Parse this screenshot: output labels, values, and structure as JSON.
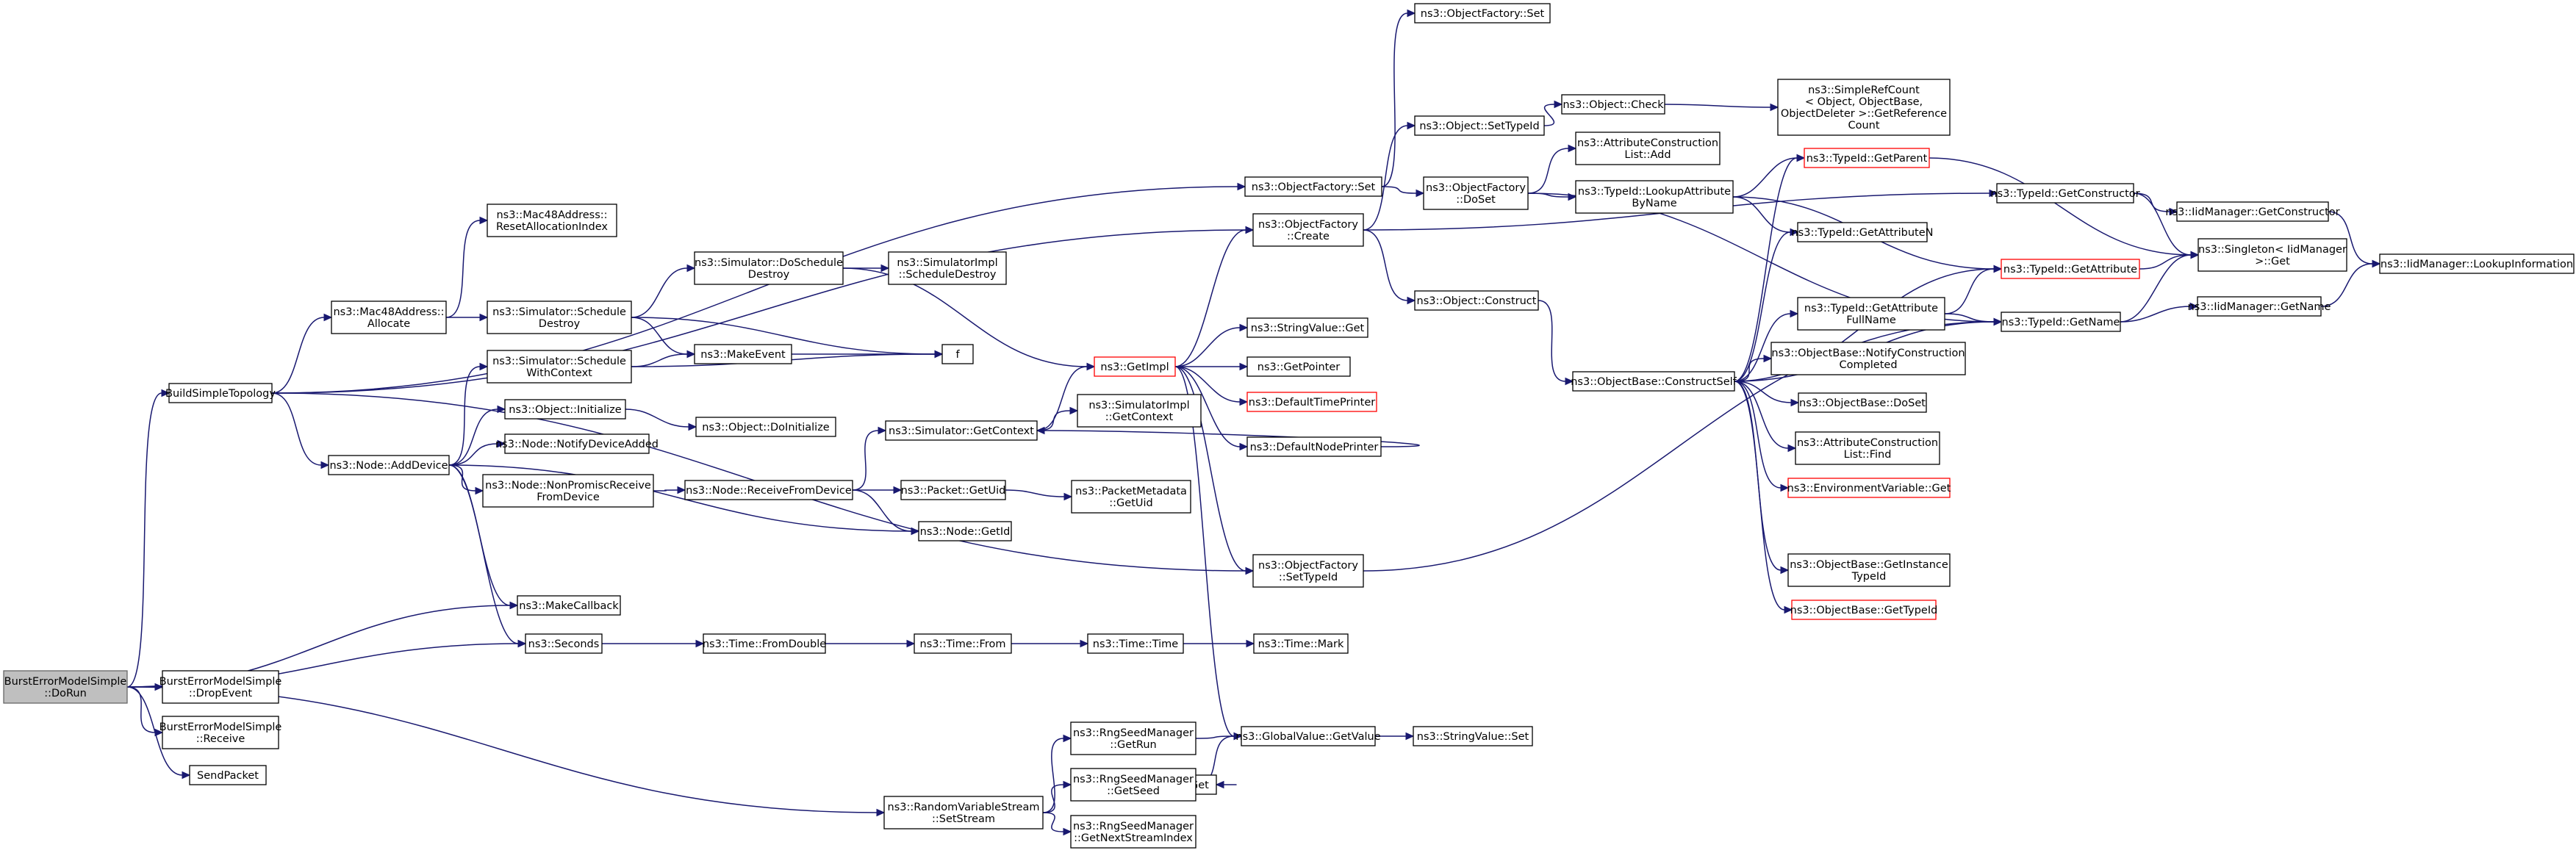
{
  "graph": {
    "root": "n_root",
    "nodes": [
      {
        "id": "n_root",
        "lines": [
          "BurstErrorModelSimple",
          "::DoRun"
        ],
        "style": "root"
      },
      {
        "id": "n_bst",
        "lines": [
          "BuildSimpleTopology"
        ]
      },
      {
        "id": "n_drop",
        "lines": [
          "BurstErrorModelSimple",
          "::DropEvent"
        ]
      },
      {
        "id": "n_recv",
        "lines": [
          "BurstErrorModelSimple",
          "::Receive"
        ]
      },
      {
        "id": "n_send",
        "lines": [
          "SendPacket"
        ]
      },
      {
        "id": "n_macalloc",
        "lines": [
          "ns3::Mac48Address::",
          "Allocate"
        ]
      },
      {
        "id": "n_macreset",
        "lines": [
          "ns3::Mac48Address::",
          "ResetAllocationIndex"
        ]
      },
      {
        "id": "n_schedestroy",
        "lines": [
          "ns3::Simulator::Schedule",
          "Destroy"
        ]
      },
      {
        "id": "n_dosched",
        "lines": [
          "ns3::Simulator::DoSchedule",
          "Destroy"
        ]
      },
      {
        "id": "n_implsched",
        "lines": [
          "ns3::SimulatorImpl",
          "::ScheduleDestroy"
        ]
      },
      {
        "id": "n_makeevent",
        "lines": [
          "ns3::MakeEvent"
        ]
      },
      {
        "id": "n_f",
        "lines": [
          "f"
        ]
      },
      {
        "id": "n_schedctx",
        "lines": [
          "ns3::Simulator::Schedule",
          "WithContext"
        ]
      },
      {
        "id": "n_addev",
        "lines": [
          "ns3::Node::AddDevice"
        ]
      },
      {
        "id": "n_objinit",
        "lines": [
          "ns3::Object::Initialize"
        ]
      },
      {
        "id": "n_doinit",
        "lines": [
          "ns3::Object::DoInitialize"
        ]
      },
      {
        "id": "n_notify",
        "lines": [
          "ns3::Node::NotifyDeviceAdded"
        ]
      },
      {
        "id": "n_nonprom",
        "lines": [
          "ns3::Node::NonPromiscReceive",
          "FromDevice"
        ]
      },
      {
        "id": "n_rfd",
        "lines": [
          "ns3::Node::ReceiveFromDevice"
        ]
      },
      {
        "id": "n_getctx",
        "lines": [
          "ns3::Simulator::GetContext"
        ]
      },
      {
        "id": "n_implctx",
        "lines": [
          "ns3::SimulatorImpl",
          "::GetContext"
        ]
      },
      {
        "id": "n_getimpl",
        "lines": [
          "ns3::GetImpl"
        ],
        "style": "trunc"
      },
      {
        "id": "n_strget",
        "lines": [
          "ns3::StringValue::Get"
        ]
      },
      {
        "id": "n_getptr",
        "lines": [
          "ns3::GetPointer"
        ]
      },
      {
        "id": "n_deftime",
        "lines": [
          "ns3::DefaultTimePrinter"
        ],
        "style": "trunc"
      },
      {
        "id": "n_defnode",
        "lines": [
          "ns3::DefaultNodePrinter"
        ]
      },
      {
        "id": "n_pktuid",
        "lines": [
          "ns3::Packet::GetUid"
        ]
      },
      {
        "id": "n_pmuid",
        "lines": [
          "ns3::PacketMetadata",
          "::GetUid"
        ]
      },
      {
        "id": "n_nodeid",
        "lines": [
          "ns3::Node::GetId"
        ]
      },
      {
        "id": "n_makecb",
        "lines": [
          "ns3::MakeCallback"
        ]
      },
      {
        "id": "n_seconds",
        "lines": [
          "ns3::Seconds"
        ]
      },
      {
        "id": "n_fromdouble",
        "lines": [
          "ns3::Time::FromDouble"
        ]
      },
      {
        "id": "n_from",
        "lines": [
          "ns3::Time::From"
        ]
      },
      {
        "id": "n_time",
        "lines": [
          "ns3::Time::Time"
        ]
      },
      {
        "id": "n_mark",
        "lines": [
          "ns3::Time::Mark"
        ]
      },
      {
        "id": "n_ofset",
        "lines": [
          "ns3::ObjectFactory::Set"
        ]
      },
      {
        "id": "n_ofset2",
        "lines": [
          "ns3::ObjectFactory::Set"
        ]
      },
      {
        "id": "n_ofcreate",
        "lines": [
          "ns3::ObjectFactory",
          "::Create"
        ]
      },
      {
        "id": "n_ofsettype",
        "lines": [
          "ns3::ObjectFactory",
          "::SetTypeId"
        ]
      },
      {
        "id": "n_objsettype",
        "lines": [
          "ns3::Object::SetTypeId"
        ]
      },
      {
        "id": "n_objcheck",
        "lines": [
          "ns3::Object::Check"
        ]
      },
      {
        "id": "n_srcref",
        "lines": [
          "ns3::SimpleRefCount",
          "< Object, ObjectBase,",
          "ObjectDeleter >::GetReference",
          "Count"
        ]
      },
      {
        "id": "n_ofdoset",
        "lines": [
          "ns3::ObjectFactory",
          "::DoSet"
        ]
      },
      {
        "id": "n_acladd",
        "lines": [
          "ns3::AttributeConstruction",
          "List::Add"
        ]
      },
      {
        "id": "n_lookupattr",
        "lines": [
          "ns3::TypeId::LookupAttribute",
          "ByName"
        ]
      },
      {
        "id": "n_getparent",
        "lines": [
          "ns3::TypeId::GetParent"
        ],
        "style": "trunc"
      },
      {
        "id": "n_getattrn",
        "lines": [
          "ns3::TypeId::GetAttributeN"
        ]
      },
      {
        "id": "n_getattr",
        "lines": [
          "ns3::TypeId::GetAttribute"
        ],
        "style": "trunc"
      },
      {
        "id": "n_attrfull",
        "lines": [
          "ns3::TypeId::GetAttribute",
          "FullName"
        ]
      },
      {
        "id": "n_getname",
        "lines": [
          "ns3::TypeId::GetName"
        ]
      },
      {
        "id": "n_getctor",
        "lines": [
          "ns3::TypeId::GetConstructor"
        ]
      },
      {
        "id": "n_singleton",
        "lines": [
          "ns3::Singleton< IidManager",
          ">::Get"
        ]
      },
      {
        "id": "n_iidctor",
        "lines": [
          "ns3::IidManager::GetConstructor"
        ]
      },
      {
        "id": "n_iidlookup",
        "lines": [
          "ns3::IidManager::LookupInformation"
        ]
      },
      {
        "id": "n_iidname",
        "lines": [
          "ns3::IidManager::GetName"
        ]
      },
      {
        "id": "n_objconstruct",
        "lines": [
          "ns3::Object::Construct"
        ]
      },
      {
        "id": "n_constructself",
        "lines": [
          "ns3::ObjectBase::ConstructSelf"
        ]
      },
      {
        "id": "n_notifyconstr",
        "lines": [
          "ns3::ObjectBase::NotifyConstruction",
          "Completed"
        ]
      },
      {
        "id": "n_obdoset",
        "lines": [
          "ns3::ObjectBase::DoSet"
        ]
      },
      {
        "id": "n_aclfind",
        "lines": [
          "ns3::AttributeConstruction",
          "List::Find"
        ]
      },
      {
        "id": "n_envget",
        "lines": [
          "ns3::EnvironmentVariable::Get"
        ],
        "style": "trunc"
      },
      {
        "id": "n_getinstance",
        "lines": [
          "ns3::ObjectBase::GetInstance",
          "TypeId"
        ]
      },
      {
        "id": "n_obtypeid",
        "lines": [
          "ns3::ObjectBase::GetTypeId"
        ],
        "style": "trunc"
      },
      {
        "id": "n_gvget",
        "lines": [
          "ns3::GlobalValue::GetValue"
        ]
      },
      {
        "id": "n_strset",
        "lines": [
          "ns3::StringValue::Set"
        ]
      },
      {
        "id": "n_uintget",
        "lines": [
          "ns3::UintegerValue::Get"
        ]
      },
      {
        "id": "n_rngrun",
        "lines": [
          "ns3::RngSeedManager",
          "::GetRun"
        ]
      },
      {
        "id": "n_rngseed",
        "lines": [
          "ns3::RngSeedManager",
          "::GetSeed"
        ]
      },
      {
        "id": "n_rngnext",
        "lines": [
          "ns3::RngSeedManager",
          "::GetNextStreamIndex"
        ]
      },
      {
        "id": "n_setstream",
        "lines": [
          "ns3::RandomVariableStream",
          "::SetStream"
        ]
      }
    ],
    "edges": [
      [
        "n_root",
        "n_bst"
      ],
      [
        "n_root",
        "n_drop"
      ],
      [
        "n_root",
        "n_recv"
      ],
      [
        "n_root",
        "n_send"
      ],
      [
        "n_root",
        "n_makecb"
      ],
      [
        "n_root",
        "n_seconds"
      ],
      [
        "n_root",
        "n_setstream"
      ],
      [
        "n_bst",
        "n_macalloc"
      ],
      [
        "n_bst",
        "n_addev"
      ],
      [
        "n_bst",
        "n_ofset"
      ],
      [
        "n_bst",
        "n_ofcreate"
      ],
      [
        "n_bst",
        "n_ofsettype"
      ],
      [
        "n_macalloc",
        "n_macreset"
      ],
      [
        "n_macalloc",
        "n_schedestroy"
      ],
      [
        "n_schedestroy",
        "n_dosched"
      ],
      [
        "n_schedestroy",
        "n_makeevent"
      ],
      [
        "n_schedestroy",
        "n_f"
      ],
      [
        "n_dosched",
        "n_implsched"
      ],
      [
        "n_dosched",
        "n_getimpl"
      ],
      [
        "n_makeevent",
        "n_f"
      ],
      [
        "n_schedctx",
        "n_makeevent"
      ],
      [
        "n_schedctx",
        "n_f"
      ],
      [
        "n_addev",
        "n_schedctx"
      ],
      [
        "n_addev",
        "n_objinit"
      ],
      [
        "n_addev",
        "n_notify"
      ],
      [
        "n_addev",
        "n_nonprom"
      ],
      [
        "n_addev",
        "n_nodeid"
      ],
      [
        "n_addev",
        "n_makecb"
      ],
      [
        "n_addev",
        "n_seconds"
      ],
      [
        "n_objinit",
        "n_doinit"
      ],
      [
        "n_nonprom",
        "n_rfd"
      ],
      [
        "n_rfd",
        "n_getctx"
      ],
      [
        "n_rfd",
        "n_pktuid"
      ],
      [
        "n_rfd",
        "n_nodeid"
      ],
      [
        "n_pktuid",
        "n_pmuid"
      ],
      [
        "n_getctx",
        "n_getimpl"
      ],
      [
        "n_getctx",
        "n_implctx"
      ],
      [
        "n_getimpl",
        "n_ofcreate"
      ],
      [
        "n_getimpl",
        "n_strget"
      ],
      [
        "n_getimpl",
        "n_getptr"
      ],
      [
        "n_getimpl",
        "n_deftime"
      ],
      [
        "n_getimpl",
        "n_defnode"
      ],
      [
        "n_getimpl",
        "n_ofsettype"
      ],
      [
        "n_getimpl",
        "n_gvget"
      ],
      [
        "n_defnode",
        "n_getctx"
      ],
      [
        "n_seconds",
        "n_fromdouble"
      ],
      [
        "n_fromdouble",
        "n_from"
      ],
      [
        "n_from",
        "n_time"
      ],
      [
        "n_time",
        "n_mark"
      ],
      [
        "n_ofset",
        "n_ofset2"
      ],
      [
        "n_ofset",
        "n_ofdoset"
      ],
      [
        "n_ofcreate",
        "n_objsettype"
      ],
      [
        "n_ofcreate",
        "n_getctor"
      ],
      [
        "n_ofcreate",
        "n_objconstruct"
      ],
      [
        "n_objsettype",
        "n_objcheck"
      ],
      [
        "n_objcheck",
        "n_srcref"
      ],
      [
        "n_ofdoset",
        "n_acladd"
      ],
      [
        "n_ofdoset",
        "n_lookupattr"
      ],
      [
        "n_ofdoset",
        "n_getname"
      ],
      [
        "n_lookupattr",
        "n_getparent"
      ],
      [
        "n_lookupattr",
        "n_getattrn"
      ],
      [
        "n_lookupattr",
        "n_getattr"
      ],
      [
        "n_getparent",
        "n_singleton"
      ],
      [
        "n_getattr",
        "n_singleton"
      ],
      [
        "n_attrfull",
        "n_getattr"
      ],
      [
        "n_attrfull",
        "n_getname"
      ],
      [
        "n_getname",
        "n_singleton"
      ],
      [
        "n_getname",
        "n_iidname"
      ],
      [
        "n_getctor",
        "n_singleton"
      ],
      [
        "n_getctor",
        "n_iidctor"
      ],
      [
        "n_iidctor",
        "n_iidlookup"
      ],
      [
        "n_iidname",
        "n_iidlookup"
      ],
      [
        "n_ofsettype",
        "n_getname"
      ],
      [
        "n_objconstruct",
        "n_constructself"
      ],
      [
        "n_constructself",
        "n_getparent"
      ],
      [
        "n_constructself",
        "n_getattrn"
      ],
      [
        "n_constructself",
        "n_getattr"
      ],
      [
        "n_constructself",
        "n_attrfull"
      ],
      [
        "n_constructself",
        "n_notifyconstr"
      ],
      [
        "n_constructself",
        "n_obdoset"
      ],
      [
        "n_constructself",
        "n_aclfind"
      ],
      [
        "n_constructself",
        "n_envget"
      ],
      [
        "n_constructself",
        "n_getinstance"
      ],
      [
        "n_constructself",
        "n_obtypeid"
      ],
      [
        "n_constructself",
        "n_getname"
      ],
      [
        "n_gvget",
        "n_strset"
      ],
      [
        "n_rngrun",
        "n_gvget"
      ],
      [
        "n_rngseed",
        "n_gvget"
      ],
      [
        "n_rngseed",
        "n_uintget"
      ],
      [
        "n_setstream",
        "n_rngrun"
      ],
      [
        "n_setstream",
        "n_rngseed"
      ],
      [
        "n_setstream",
        "n_rngnext"
      ]
    ]
  }
}
